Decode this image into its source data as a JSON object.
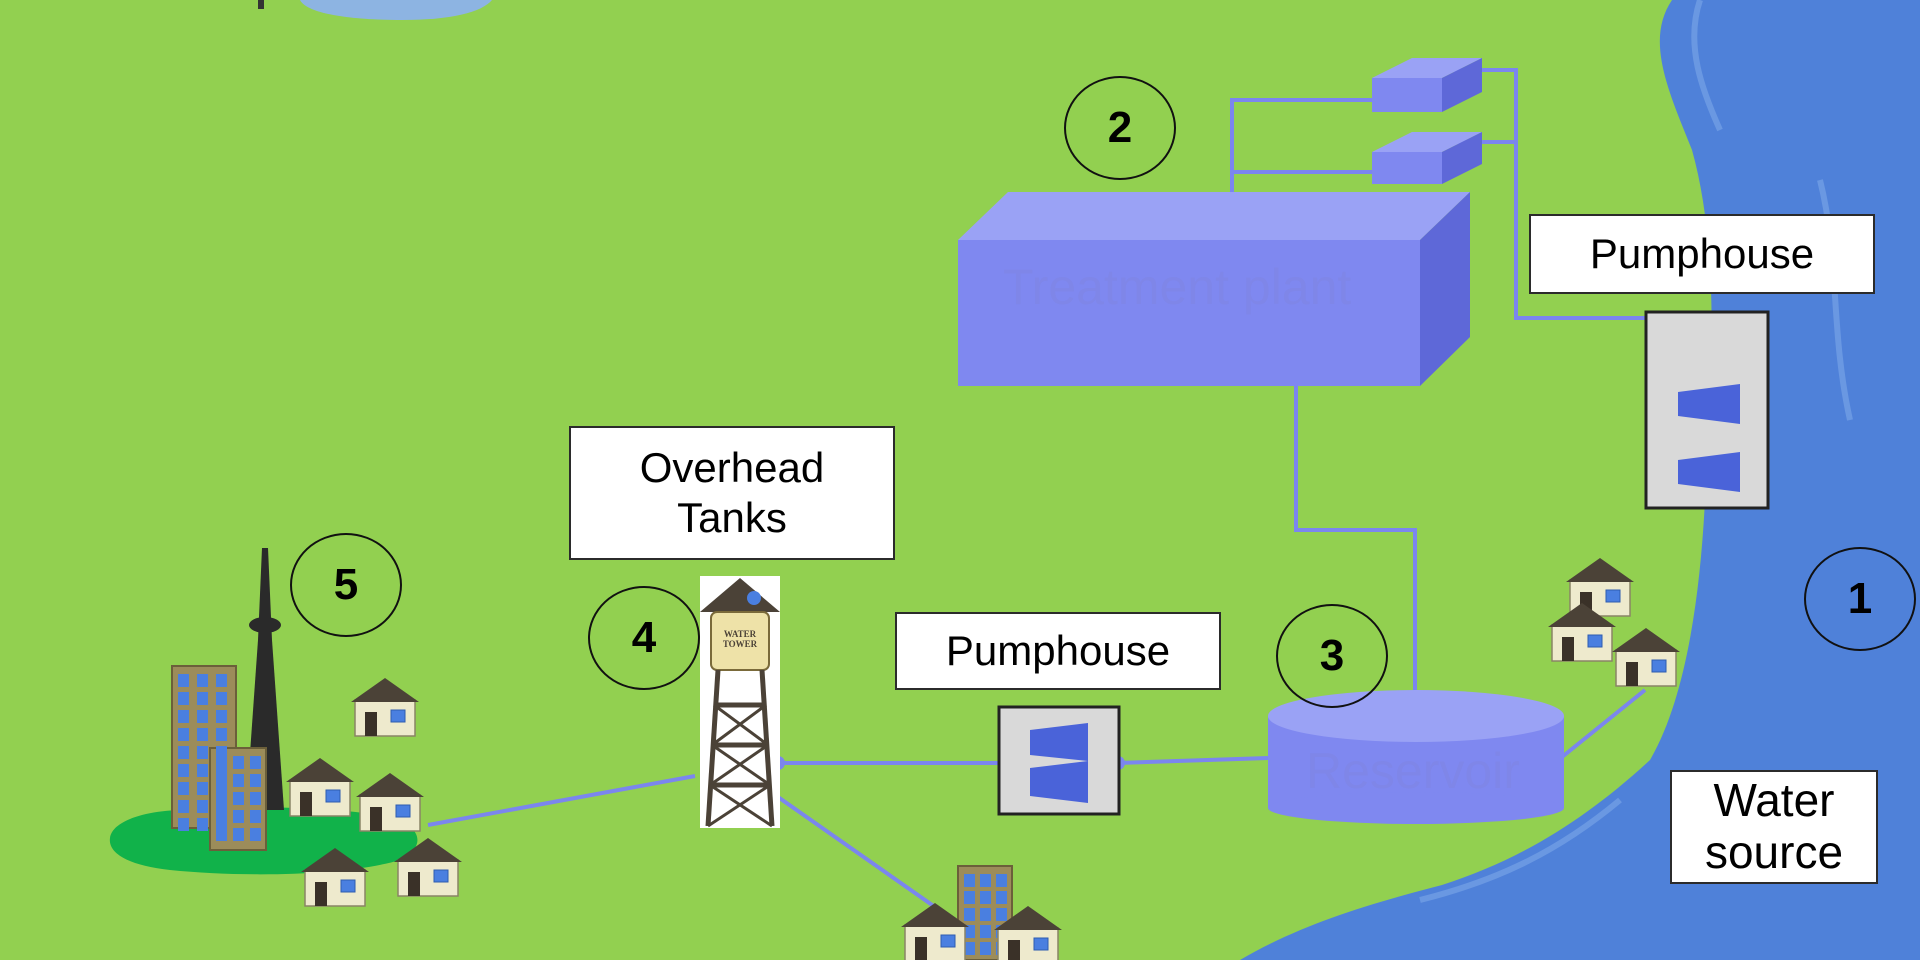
{
  "colors": {
    "land": "#92d050",
    "water": "#4f81d9",
    "water_light": "#8db4e2",
    "pipe": "#7b86ee",
    "facility": "#7f88f0",
    "facility_top": "#9aa2f5",
    "facility_side": "#5e68d8",
    "park": "#11b24a",
    "building": "#9c8c5a",
    "window": "#4a7fe0",
    "roof": "#4b4237",
    "house_wall": "#eeeacd"
  },
  "labels": {
    "treatment_plant": "Treatment plant",
    "reservoir": "Reservoir",
    "pumphouse_top": "Pumphouse",
    "pumphouse_mid": "Pumphouse",
    "overhead_tanks_line1": "Overhead",
    "overhead_tanks_line2": "Tanks",
    "water_source_line1": "Water",
    "water_source_line2": "source",
    "water_tower_sign_line1": "WATER",
    "water_tower_sign_line2": "TOWER"
  },
  "markers": [
    "1",
    "2",
    "3",
    "4",
    "5"
  ],
  "icons": {
    "pumphouse": "pump-icon",
    "water_tower": "water-tower-icon",
    "house": "house-icon",
    "apartment": "apartment-building-icon",
    "tower": "communication-tower-icon"
  }
}
